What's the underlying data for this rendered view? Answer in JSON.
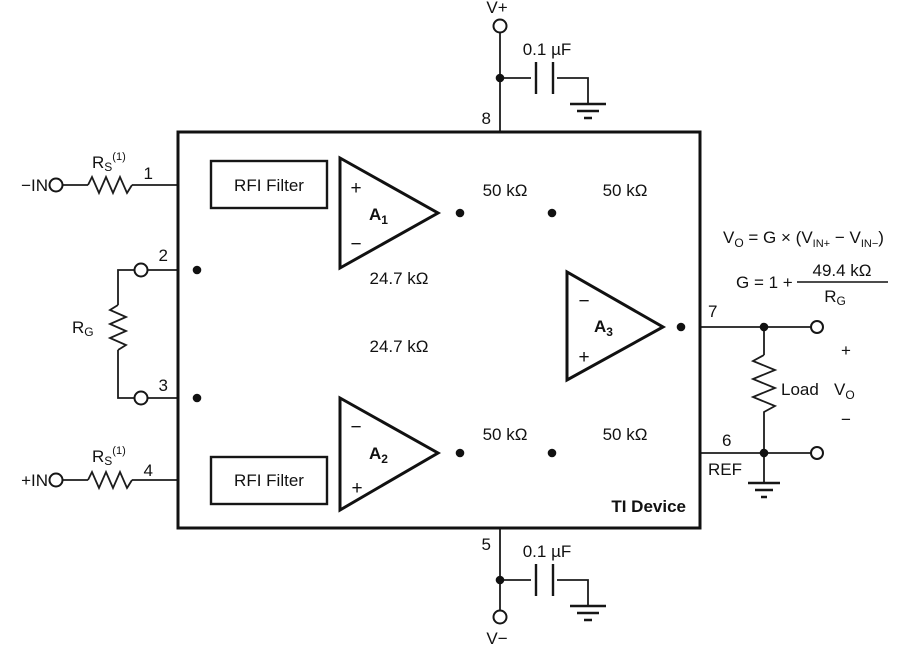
{
  "terminals": {
    "neg_in": "−IN",
    "pos_in": "+IN",
    "v_plus": "V+",
    "v_minus": "V−"
  },
  "pins": [
    "1",
    "2",
    "3",
    "4",
    "5",
    "6",
    "7",
    "8"
  ],
  "resistors": {
    "rs": {
      "base": "R",
      "sub": "S",
      "sup": "(1)"
    },
    "rg": {
      "base": "R",
      "sub": "G"
    },
    "r50k": "50 kΩ",
    "r247k": "24.7 kΩ",
    "load_label": "Load"
  },
  "capacitors": {
    "value": "0.1 µF"
  },
  "blocks": {
    "rfi": "RFI Filter",
    "device": "TI Device"
  },
  "opamps": {
    "a1": {
      "base": "A",
      "sub": "1",
      "top_sign": "+",
      "bottom_sign": "−"
    },
    "a2": {
      "base": "A",
      "sub": "2",
      "top_sign": "−",
      "bottom_sign": "+"
    },
    "a3": {
      "base": "A",
      "sub": "3",
      "top_sign": "−",
      "bottom_sign": "+"
    }
  },
  "output": {
    "ref": "REF",
    "vo_base": "V",
    "vo_sub": "O",
    "plus": "+",
    "minus": "−"
  },
  "equations": {
    "eq1": {
      "v": "V",
      "o": "O",
      "mid": " = G × (V",
      "inp": "IN+",
      "minus_v": " − V",
      "inn": "IN−",
      "close": ")"
    },
    "eq2": {
      "lhs": "G = 1 +",
      "num": "49.4 kΩ",
      "den_base": "R",
      "den_sub": "G"
    }
  }
}
